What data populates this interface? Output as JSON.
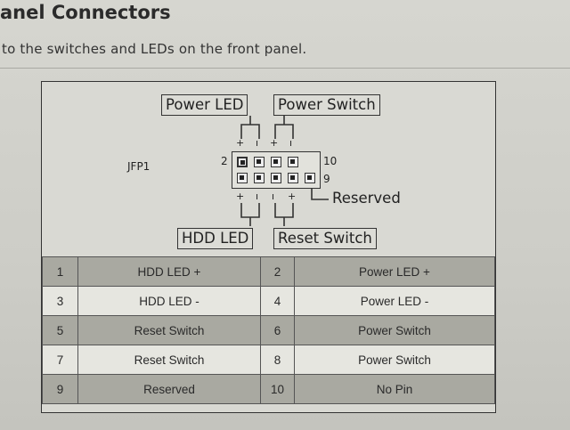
{
  "page": {
    "heading": "anel Connectors",
    "subtitle": "to the switches and LEDs on the front panel."
  },
  "diagram": {
    "header_name": "JFP1",
    "labels": {
      "power_led": "Power LED",
      "power_switch": "Power Switch",
      "hdd_led": "HDD LED",
      "reset_switch": "Reset Switch",
      "reserved": "Reserved"
    },
    "pin_numbers": {
      "top_left": "2",
      "top_right": "10",
      "bottom_right": "9"
    },
    "polarity": {
      "plus": "+",
      "minus": "ı"
    }
  },
  "pin_table": {
    "rows": [
      {
        "pin_a": "1",
        "name_a": "HDD LED +",
        "pin_b": "2",
        "name_b": "Power LED +"
      },
      {
        "pin_a": "3",
        "name_a": "HDD LED -",
        "pin_b": "4",
        "name_b": "Power LED -"
      },
      {
        "pin_a": "5",
        "name_a": "Reset Switch",
        "pin_b": "6",
        "name_b": "Power Switch"
      },
      {
        "pin_a": "7",
        "name_a": "Reset Switch",
        "pin_b": "8",
        "name_b": "Power Switch"
      },
      {
        "pin_a": "9",
        "name_a": "Reserved",
        "pin_b": "10",
        "name_b": "No Pin"
      }
    ]
  }
}
